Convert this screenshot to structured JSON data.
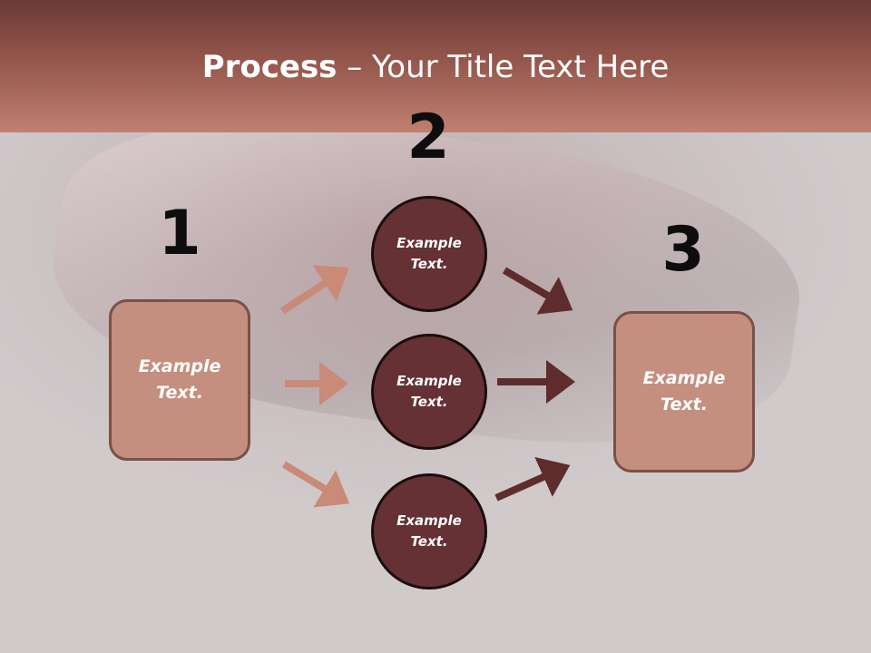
{
  "slide": {
    "title_bold": "Process",
    "title_rest": " – Your Title Text Here"
  },
  "steps": {
    "one": "1",
    "two": "2",
    "three": "3"
  },
  "left_box": {
    "text": "Example\nText."
  },
  "circles": [
    {
      "text": "Example\nText."
    },
    {
      "text": "Example\nText."
    },
    {
      "text": "Example\nText."
    }
  ],
  "right_box": {
    "text": "Example\nText."
  },
  "colors": {
    "header_dark": "#693a35",
    "header_light": "#c08070",
    "box_fill": "#c48f7f",
    "box_border": "#7a5048",
    "circle_fill": "#653134",
    "arrow_light": "#c98a78",
    "arrow_dark": "#5e2c2c"
  }
}
